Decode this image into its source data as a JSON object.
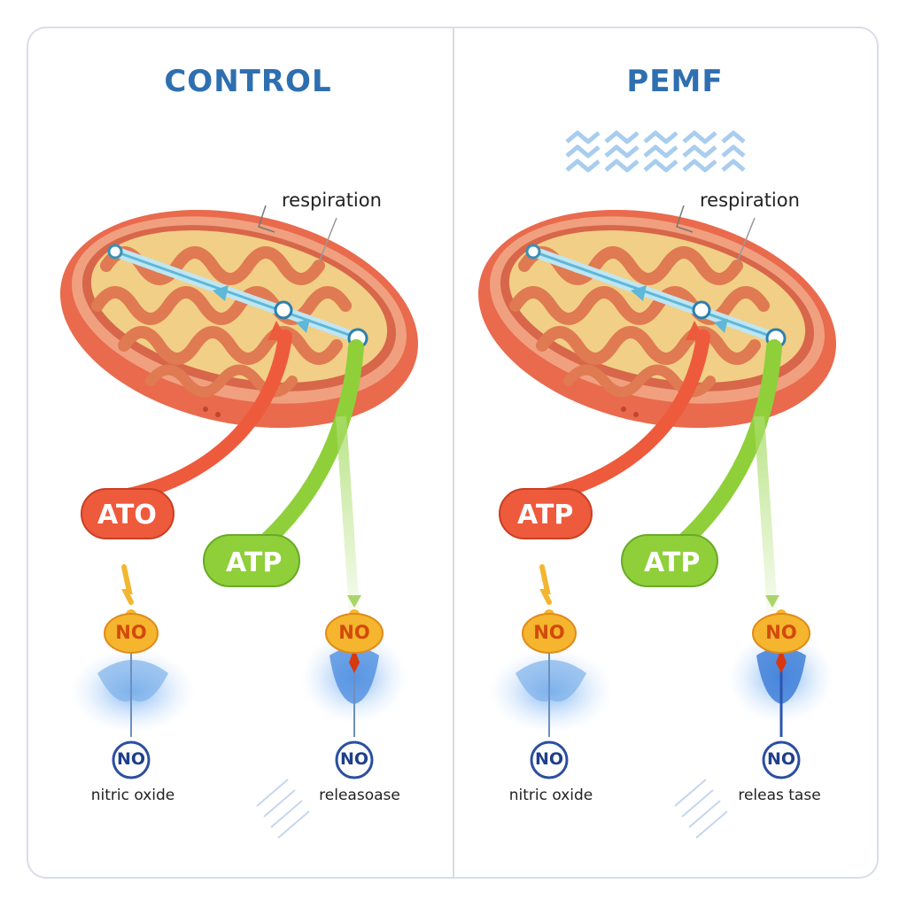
{
  "panels": [
    {
      "title": "CONTROL",
      "respiration_label": "respiration",
      "red_arrow_label": "ATO",
      "green_arrow_label": "ATP",
      "no_top_left": "NO",
      "no_top_right": "NO",
      "no_bottom_left": "NO",
      "no_bottom_right": "NO",
      "caption_left": "nitric oxide",
      "caption_right": "releasoase"
    },
    {
      "title": "PEMF",
      "respiration_label": "respiration",
      "red_arrow_label": "ATP",
      "green_arrow_label": "ATP",
      "no_top_left": "NO",
      "no_top_right": "NO",
      "no_bottom_left": "NO",
      "no_bottom_right": "NO",
      "caption_left": "nitric oxide",
      "caption_right": "releas tase"
    }
  ],
  "colors": {
    "title": "#2e6fb0",
    "membrane": "#e8654a",
    "matrix": "#f3d68a",
    "red_arrow": "#ee5a3c",
    "green_arrow": "#8fcf3a",
    "no_badge": "#f5b52e",
    "no_small_ring": "#2b4fa0",
    "pemf_wave": "#a9cdee"
  },
  "icons": {
    "pemf_waves": "chevron-wave-icon",
    "no_badge": "lantern-badge-icon",
    "no_small": "ring-badge-icon"
  }
}
